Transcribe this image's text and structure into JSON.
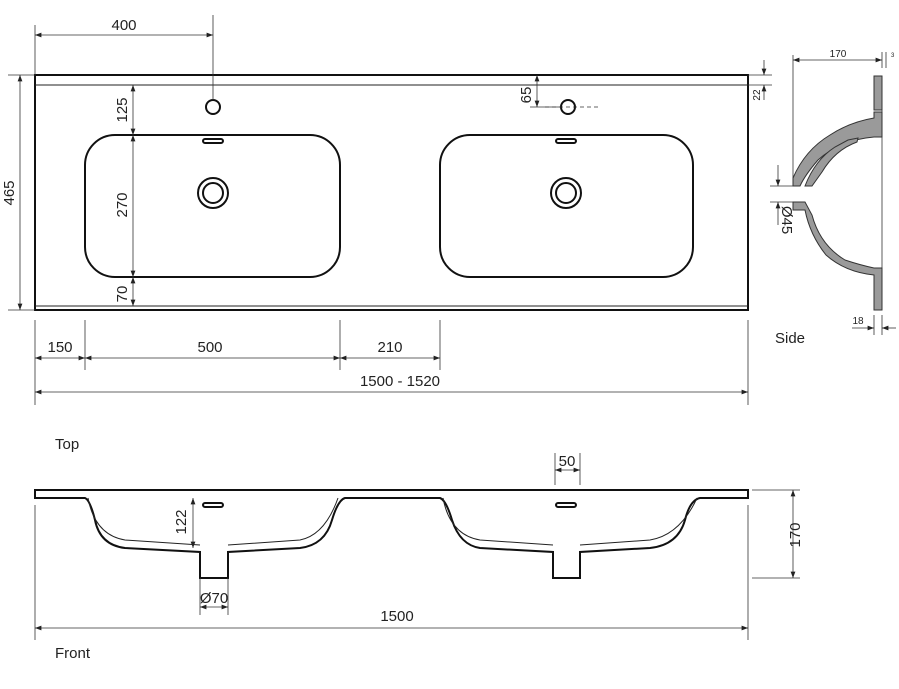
{
  "views": {
    "top": "Top",
    "side": "Side",
    "front": "Front"
  },
  "dimensions": {
    "tap_offset": "400",
    "depth_total": "465",
    "back_to_basin": "125",
    "basin_depth": "270",
    "basin_to_front": "70",
    "tap_hole_right": "65",
    "slab_thickness": "22",
    "edge_to_basin": "150",
    "basin_width": "500",
    "basin_gap": "210",
    "total_length": "1500 - 1520",
    "overflow_width": "50",
    "basin_height": "122",
    "drain_diameter": "Ø70",
    "total_height": "170",
    "front_length": "1500",
    "side_depth": "170",
    "side_edge": "3",
    "side_drain": "Ø45",
    "side_wall": "18"
  },
  "colors": {
    "line": "#222222",
    "section": "#9a9a9a"
  }
}
